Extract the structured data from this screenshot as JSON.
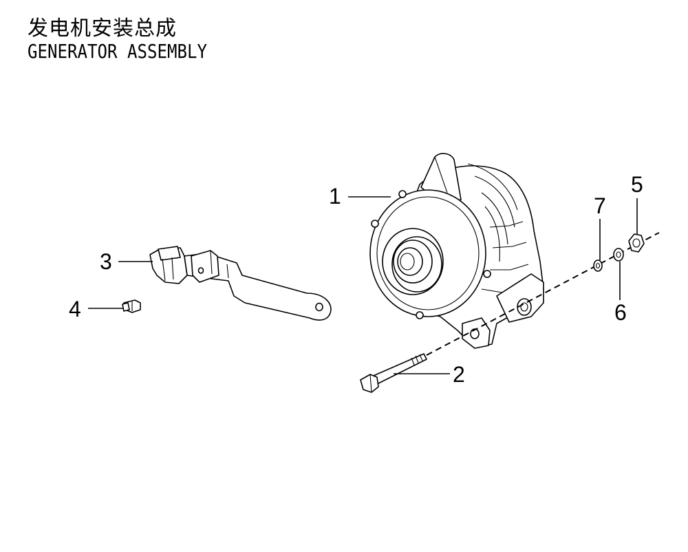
{
  "title": {
    "cn": "发电机安装总成",
    "en": "GENERATOR ASSEMBLY"
  },
  "callouts": [
    {
      "id": "c1",
      "label": "1"
    },
    {
      "id": "c2",
      "label": "2"
    },
    {
      "id": "c3",
      "label": "3"
    },
    {
      "id": "c4",
      "label": "4"
    },
    {
      "id": "c5",
      "label": "5"
    },
    {
      "id": "c6",
      "label": "6"
    },
    {
      "id": "c7",
      "label": "7"
    }
  ]
}
